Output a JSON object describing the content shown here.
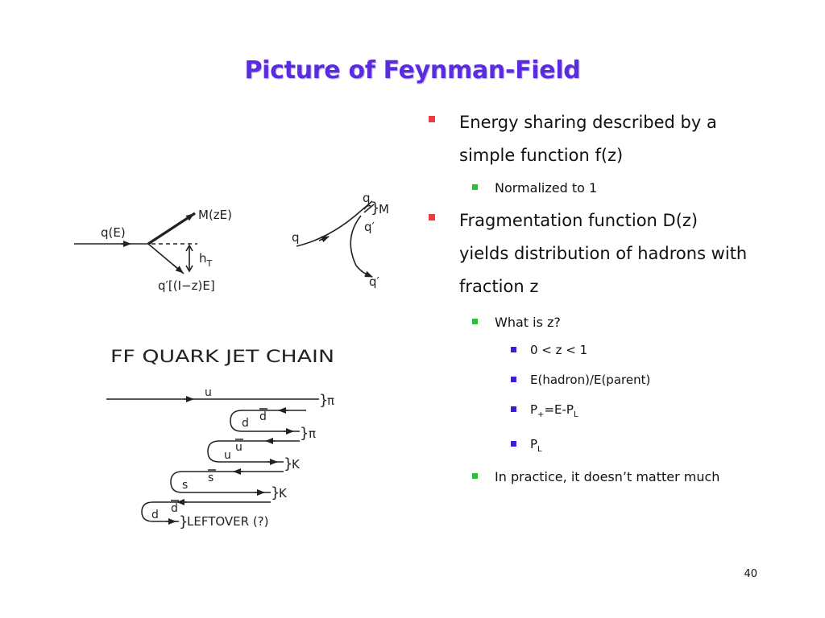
{
  "slide": {
    "title": "Picture of Feynman-Field",
    "number": "40"
  },
  "bullets": {
    "b1": "Energy sharing described by a simple function f(z)",
    "b1_1": "Normalized to 1",
    "b2": "Fragmentation function D(z) yields distribution of hadrons with fraction z",
    "b2_1": "What is z?",
    "b2_1_1": "0 < z < 1",
    "b2_1_2": "E(hadron)/E(parent)",
    "b2_1_3_base": "P",
    "b2_1_3_sub1": "+",
    "b2_1_3_mid": "=E-P",
    "b2_1_3_sub2": "L",
    "b2_1_4_base": "P",
    "b2_1_4_sub": "L",
    "b2_2": "In practice, it doesn’t matter much"
  },
  "diagram": {
    "vertex": {
      "incoming": "q(E)",
      "meson": "M(zE)",
      "transverse": "h",
      "transverse_sub": "T",
      "outgoing": "q′[(I−z)E]"
    },
    "pair": {
      "q_in": "q",
      "q_top": "q",
      "meson": "M",
      "qbar_mid": "q′",
      "q_out": "q′"
    },
    "chain": {
      "heading": "FF  QUARK  JET  CHAIN",
      "u": "u",
      "pi1": "π",
      "d": "d",
      "dbar": "d",
      "pi2": "π",
      "u2": "u",
      "ubar": "u",
      "k1": "K",
      "s": "s",
      "sbar": "s",
      "k2": "K",
      "d2": "d",
      "dbar2": "d",
      "leftover": "LEFTOVER (?)"
    }
  }
}
